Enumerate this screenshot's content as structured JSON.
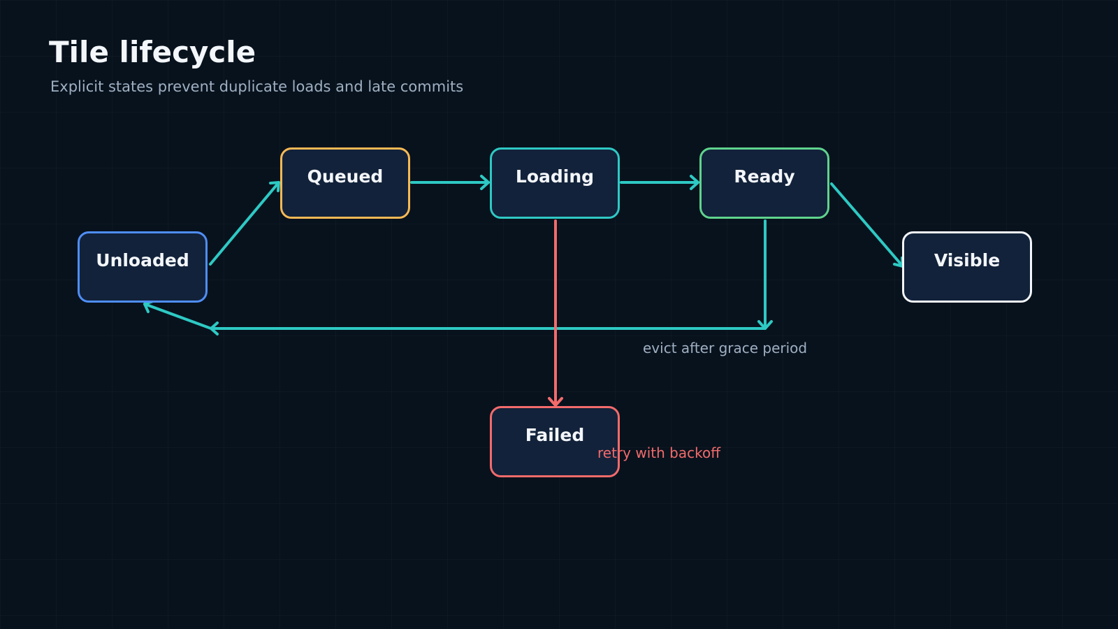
{
  "title": "Tile lifecycle",
  "subtitle": "Explicit states prevent duplicate loads and late commits",
  "nodes": {
    "unloaded": {
      "label": "Unloaded",
      "color": "#4f8ef7"
    },
    "queued": {
      "label": "Queued",
      "color": "#f7b955"
    },
    "loading": {
      "label": "Loading",
      "color": "#2ec9c4"
    },
    "ready": {
      "label": "Ready",
      "color": "#5fd38d"
    },
    "visible": {
      "label": "Visible",
      "color": "#f3f6fa"
    },
    "failed": {
      "label": "Failed",
      "color": "#f26b6b"
    }
  },
  "edges": [
    {
      "from": "unloaded",
      "to": "queued",
      "color": "#2ec9c4"
    },
    {
      "from": "queued",
      "to": "loading",
      "color": "#2ec9c4"
    },
    {
      "from": "loading",
      "to": "ready",
      "color": "#2ec9c4"
    },
    {
      "from": "ready",
      "to": "visible",
      "color": "#2ec9c4"
    },
    {
      "from": "loading",
      "to": "failed",
      "color": "#f26b6b"
    },
    {
      "from": "ready",
      "to": "unloaded",
      "color": "#2ec9c4",
      "label": "evict after grace period"
    },
    {
      "from": "failed",
      "to": "queued",
      "color": "#f26b6b",
      "label": "retry with backoff"
    }
  ],
  "labels": {
    "evict": "evict after grace period",
    "retry": "retry with backoff"
  },
  "colors": {
    "background": "#08121d",
    "node_fill": "#12223a",
    "evict_label": "#9fb0c2",
    "retry_label": "#f26b6b"
  }
}
